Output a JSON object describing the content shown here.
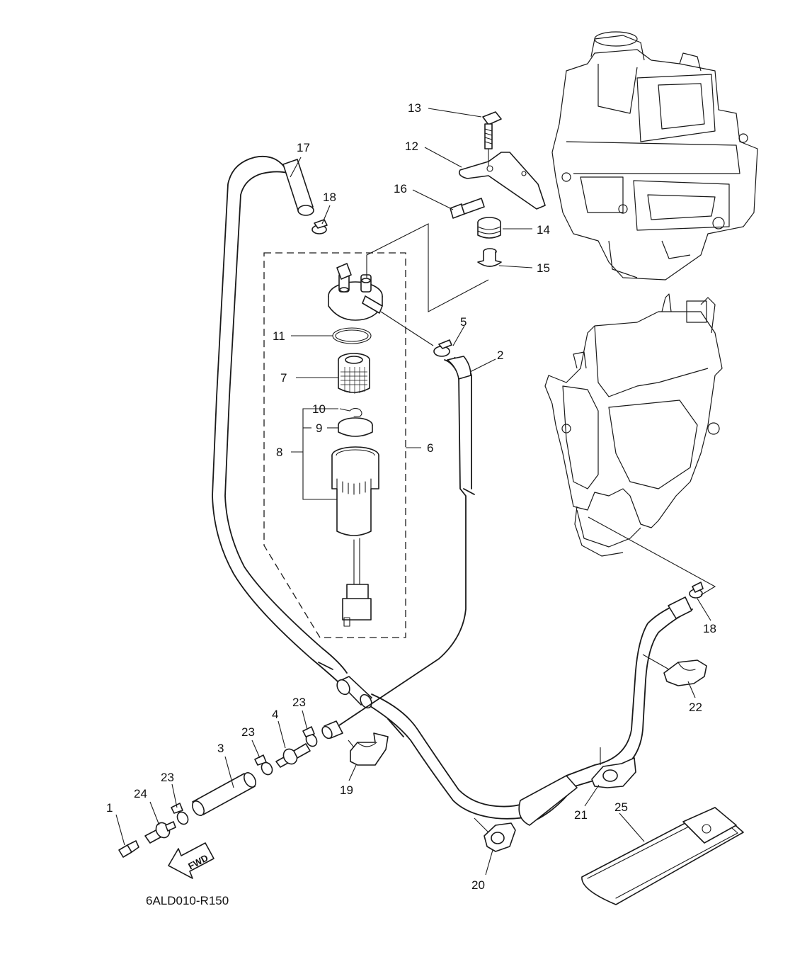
{
  "diagram_code": "6ALD010-R150",
  "fwd_label": "FWD",
  "callouts": {
    "c1": "1",
    "c2": "2",
    "c3": "3",
    "c4": "4",
    "c5": "5",
    "c6": "6",
    "c7": "7",
    "c8": "8",
    "c9": "9",
    "c10": "10",
    "c11": "11",
    "c12": "12",
    "c13": "13",
    "c14": "14",
    "c15": "15",
    "c16": "16",
    "c17": "17",
    "c18a": "18",
    "c18b": "18",
    "c19": "19",
    "c20": "20",
    "c21": "21",
    "c22": "22",
    "c23a": "23",
    "c23b": "23",
    "c23c": "23",
    "c24": "24",
    "c25": "25"
  }
}
